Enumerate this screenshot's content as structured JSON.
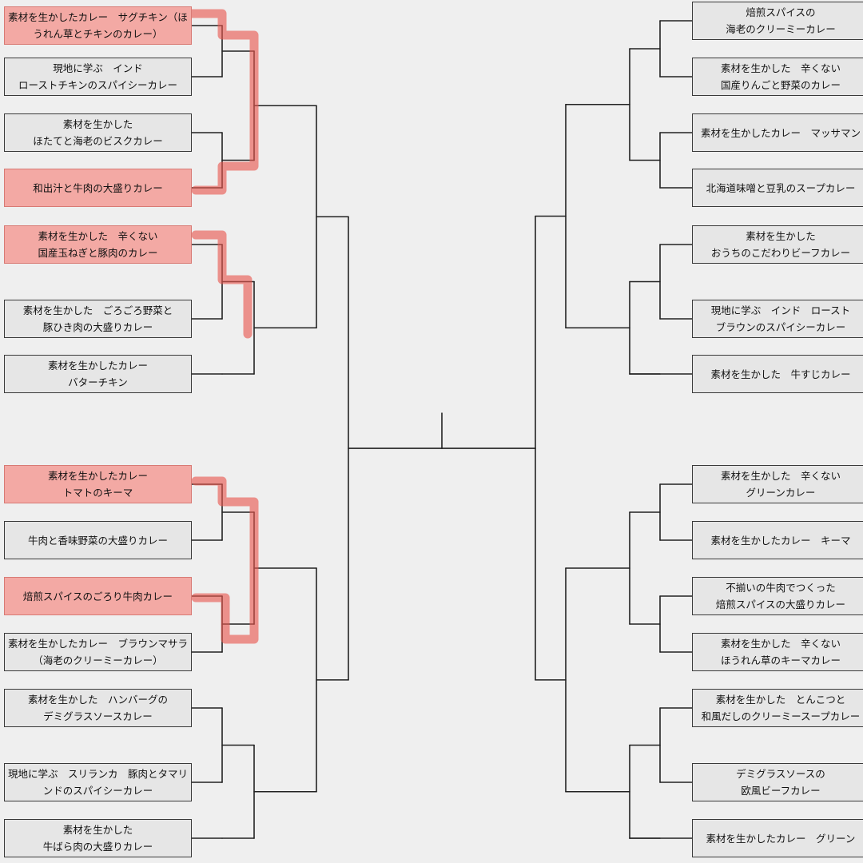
{
  "colors": {
    "background": "#efefef",
    "box_fill": "#e6e6e6",
    "box_border": "#3a3a3a",
    "line": "#222222",
    "highlight_stroke": "#e8554e",
    "highlight_fill": "#f3a9a4"
  },
  "left_entries": [
    {
      "line1": "素材を生かしたカレー　サグチキン（ほ",
      "line2": "うれん草とチキンのカレー）",
      "highlighted": true
    },
    {
      "line1": "現地に学ぶ　インド",
      "line2": "ローストチキンのスパイシーカレー",
      "highlighted": false
    },
    {
      "line1": "素材を生かした",
      "line2": "ほたてと海老のビスクカレー",
      "highlighted": false
    },
    {
      "line1": "和出汁と牛肉の大盛りカレー",
      "line2": "",
      "highlighted": true
    },
    {
      "line1": "素材を生かした　辛くない",
      "line2": "国産玉ねぎと豚肉のカレー",
      "highlighted": true
    },
    {
      "line1": "素材を生かした　ごろごろ野菜と",
      "line2": "豚ひき肉の大盛りカレー",
      "highlighted": false
    },
    {
      "line1": "素材を生かしたカレー",
      "line2": "バターチキン",
      "highlighted": false
    },
    {
      "line1": "素材を生かしたカレー",
      "line2": "トマトのキーマ",
      "highlighted": true
    },
    {
      "line1": "牛肉と香味野菜の大盛りカレー",
      "line2": "",
      "highlighted": false
    },
    {
      "line1": "焙煎スパイスのごろり牛肉カレー",
      "line2": "",
      "highlighted": true
    },
    {
      "line1": "素材を生かしたカレー　ブラウンマサラ",
      "line2": "（海老のクリーミーカレー）",
      "highlighted": false
    },
    {
      "line1": "素材を生かした　ハンバーグの",
      "line2": "デミグラスソースカレー",
      "highlighted": false
    },
    {
      "line1": "現地に学ぶ　スリランカ　豚肉とタマリ",
      "line2": "ンドのスパイシーカレー",
      "highlighted": false
    },
    {
      "line1": "素材を生かした",
      "line2": "牛ばら肉の大盛りカレー",
      "highlighted": false
    }
  ],
  "right_entries": [
    {
      "line1": "焙煎スパイスの",
      "line2": "海老のクリーミーカレー"
    },
    {
      "line1": "素材を生かした　辛くない",
      "line2": "国産りんごと野菜のカレー"
    },
    {
      "line1": "素材を生かしたカレー　マッサマン",
      "line2": ""
    },
    {
      "line1": "北海道味噌と豆乳のスープカレー",
      "line2": ""
    },
    {
      "line1": "素材を生かした",
      "line2": "おうちのこだわりビーフカレー"
    },
    {
      "line1": "現地に学ぶ　インド　ロースト",
      "line2": "ブラウンのスパイシーカレー"
    },
    {
      "line1": "素材を生かした　牛すじカレー",
      "line2": ""
    },
    {
      "line1": "素材を生かした　辛くない",
      "line2": "グリーンカレー"
    },
    {
      "line1": "素材を生かしたカレー　キーマ",
      "line2": ""
    },
    {
      "line1": "不揃いの牛肉でつくった",
      "line2": "焙煎スパイスの大盛りカレー"
    },
    {
      "line1": "素材を生かした　辛くない",
      "line2": "ほうれん草のキーマカレー"
    },
    {
      "line1": "素材を生かした　とんこつと",
      "line2": "和風だしのクリーミースープカレー"
    },
    {
      "line1": "デミグラスソースの",
      "line2": "欧風ビーフカレー"
    },
    {
      "line1": "素材を生かしたカレー　グリーン",
      "line2": ""
    }
  ]
}
